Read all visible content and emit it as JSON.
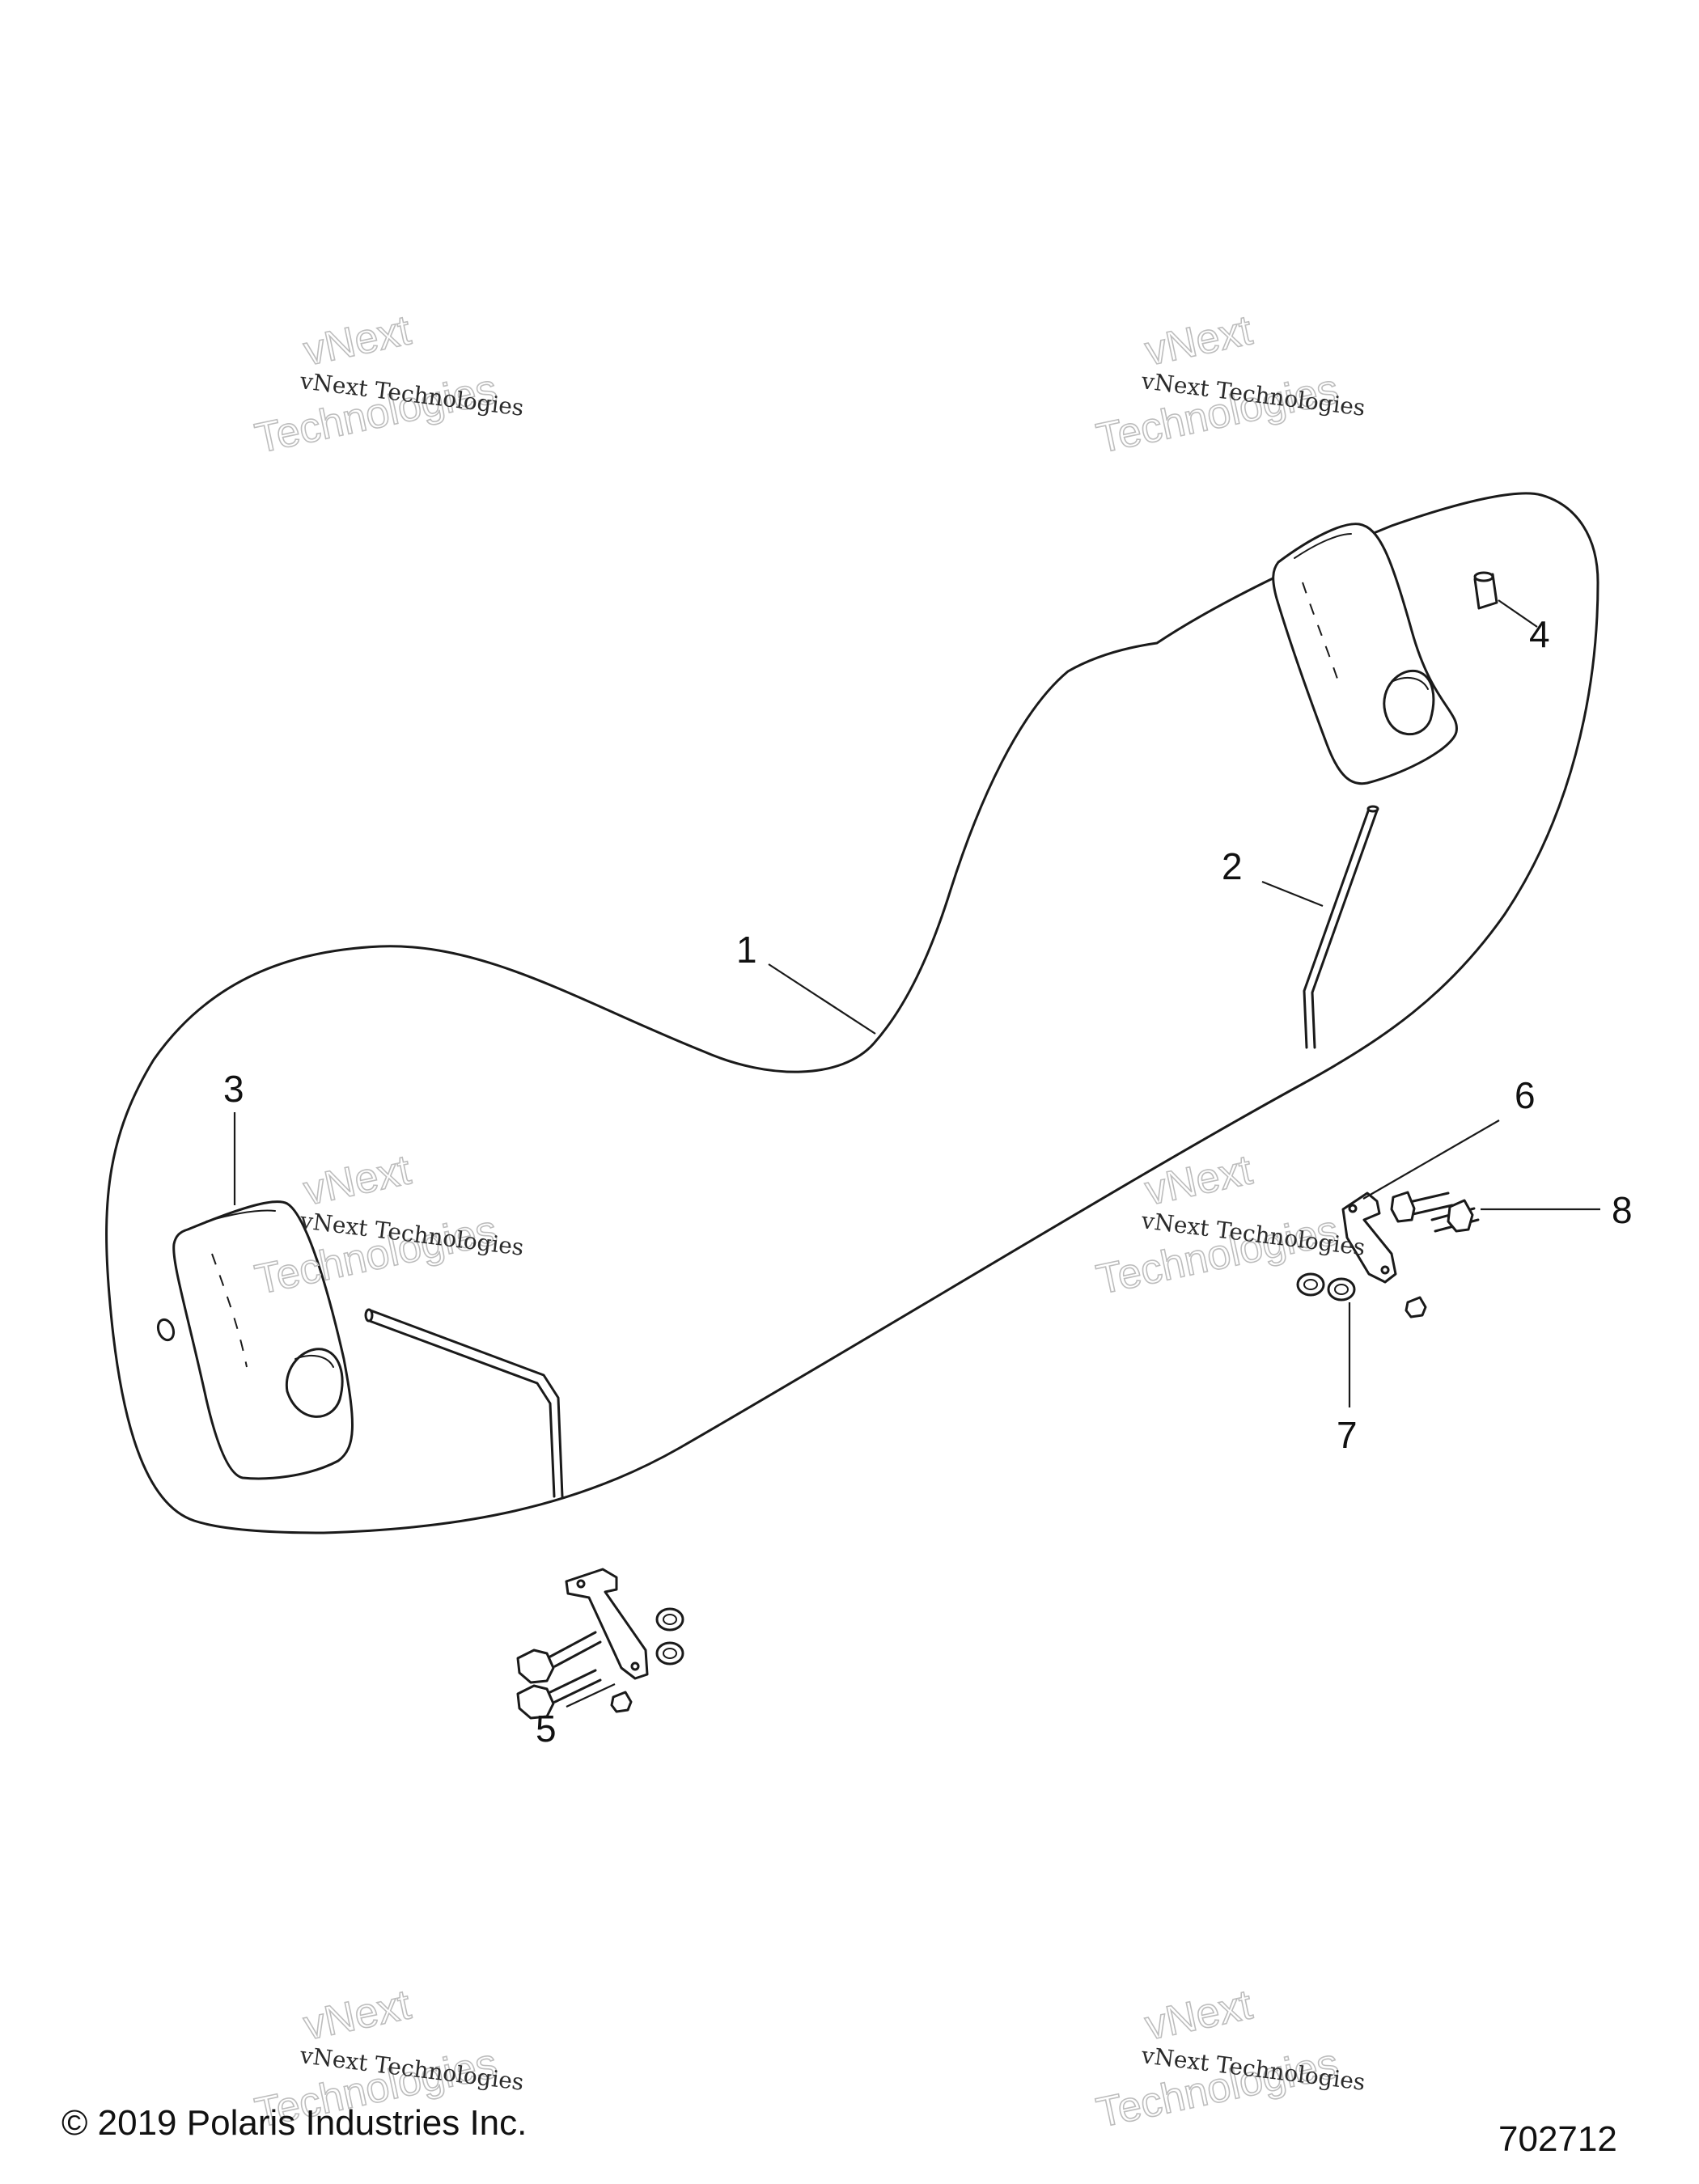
{
  "diagram": {
    "callouts": [
      {
        "id": "1",
        "label": "1"
      },
      {
        "id": "2",
        "label": "2"
      },
      {
        "id": "3",
        "label": "3"
      },
      {
        "id": "4",
        "label": "4"
      },
      {
        "id": "5",
        "label": "5"
      },
      {
        "id": "6",
        "label": "6"
      },
      {
        "id": "7",
        "label": "7"
      },
      {
        "id": "8",
        "label": "8"
      }
    ]
  },
  "watermark": {
    "line1": "vNext Technologies",
    "outline_top": "vNext",
    "outline_bottom": "Technologies"
  },
  "footer": {
    "copyright": "© 2019 Polaris Industries Inc.",
    "drawing_number": "702712"
  }
}
